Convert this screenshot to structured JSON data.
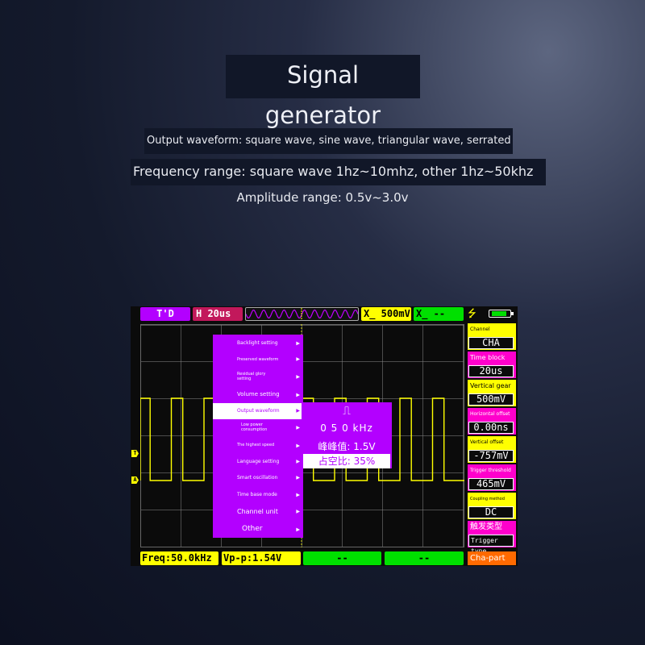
{
  "header": {
    "title": "Signal generator",
    "line1": "Output waveform: square wave, sine wave, triangular wave, serrated wave",
    "line2": "Frequency range: square wave 1hz~10mhz, other 1hz~50khz",
    "line3": "Amplitude range: 0.5v~3.0v"
  },
  "scope": {
    "topbar": {
      "mode": "T'D",
      "timebase": "H 20us",
      "volt": "X̲ 500mV",
      "channel2": "X̲  --",
      "trigger_icon": "trigger-edge-icon",
      "battery_icon": "battery-icon"
    },
    "markers": {
      "trigger": "T",
      "channel": "A"
    },
    "menu": {
      "items": [
        {
          "label": "Backlight setting"
        },
        {
          "label": "Preserved waveform"
        },
        {
          "label": "Residual glory setting"
        },
        {
          "label": "Volume setting"
        },
        {
          "label": "Output waveform"
        },
        {
          "label": "Low power consumption"
        },
        {
          "label": "The highest speed"
        },
        {
          "label": "Language setting"
        },
        {
          "label": "Smart oscillation"
        },
        {
          "label": "Time base mode"
        },
        {
          "label": "Channel unit"
        },
        {
          "label": "Other"
        }
      ],
      "active": "Output waveform"
    },
    "submenu": {
      "icon": "square-wave-icon",
      "icon_glyph": "⎍",
      "frequency": "0 5 0 kHz",
      "vpp": "峰峰值: 1.5V",
      "duty": "占空比: 35%"
    },
    "right_panel": [
      {
        "label": "Channel",
        "value": "CHA"
      },
      {
        "label": "Time block",
        "value": "20us"
      },
      {
        "label": "Vertical gear",
        "value": "500mV"
      },
      {
        "label": "Horizontal offset",
        "value": "0.00ns"
      },
      {
        "label": "Vertical offset",
        "value": "-757mV"
      },
      {
        "label": "Trigger threshold",
        "value": "465mV"
      },
      {
        "label": "Coupling method",
        "value": "DC"
      },
      {
        "label": "触发类型",
        "value": "Trigger type"
      },
      {
        "label": "Cha-part"
      }
    ],
    "bottombar": {
      "freq": "Freq:50.0kHz",
      "vpp": "Vp-p:1.54V",
      "empty1": "--",
      "empty2": "--"
    }
  }
}
